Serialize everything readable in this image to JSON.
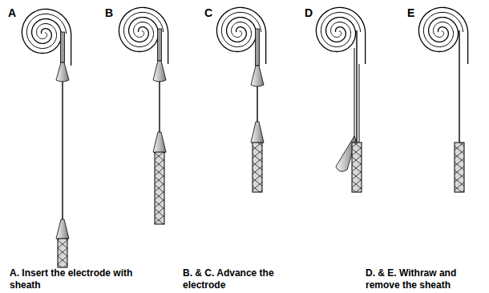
{
  "diagram": {
    "labels": [
      "A",
      "B",
      "C",
      "D",
      "E",
      "A. Insert the electrode with sheath",
      "B. & C. Advance the electrode",
      "D. & E. Withraw and remove the sheath"
    ]
  }
}
